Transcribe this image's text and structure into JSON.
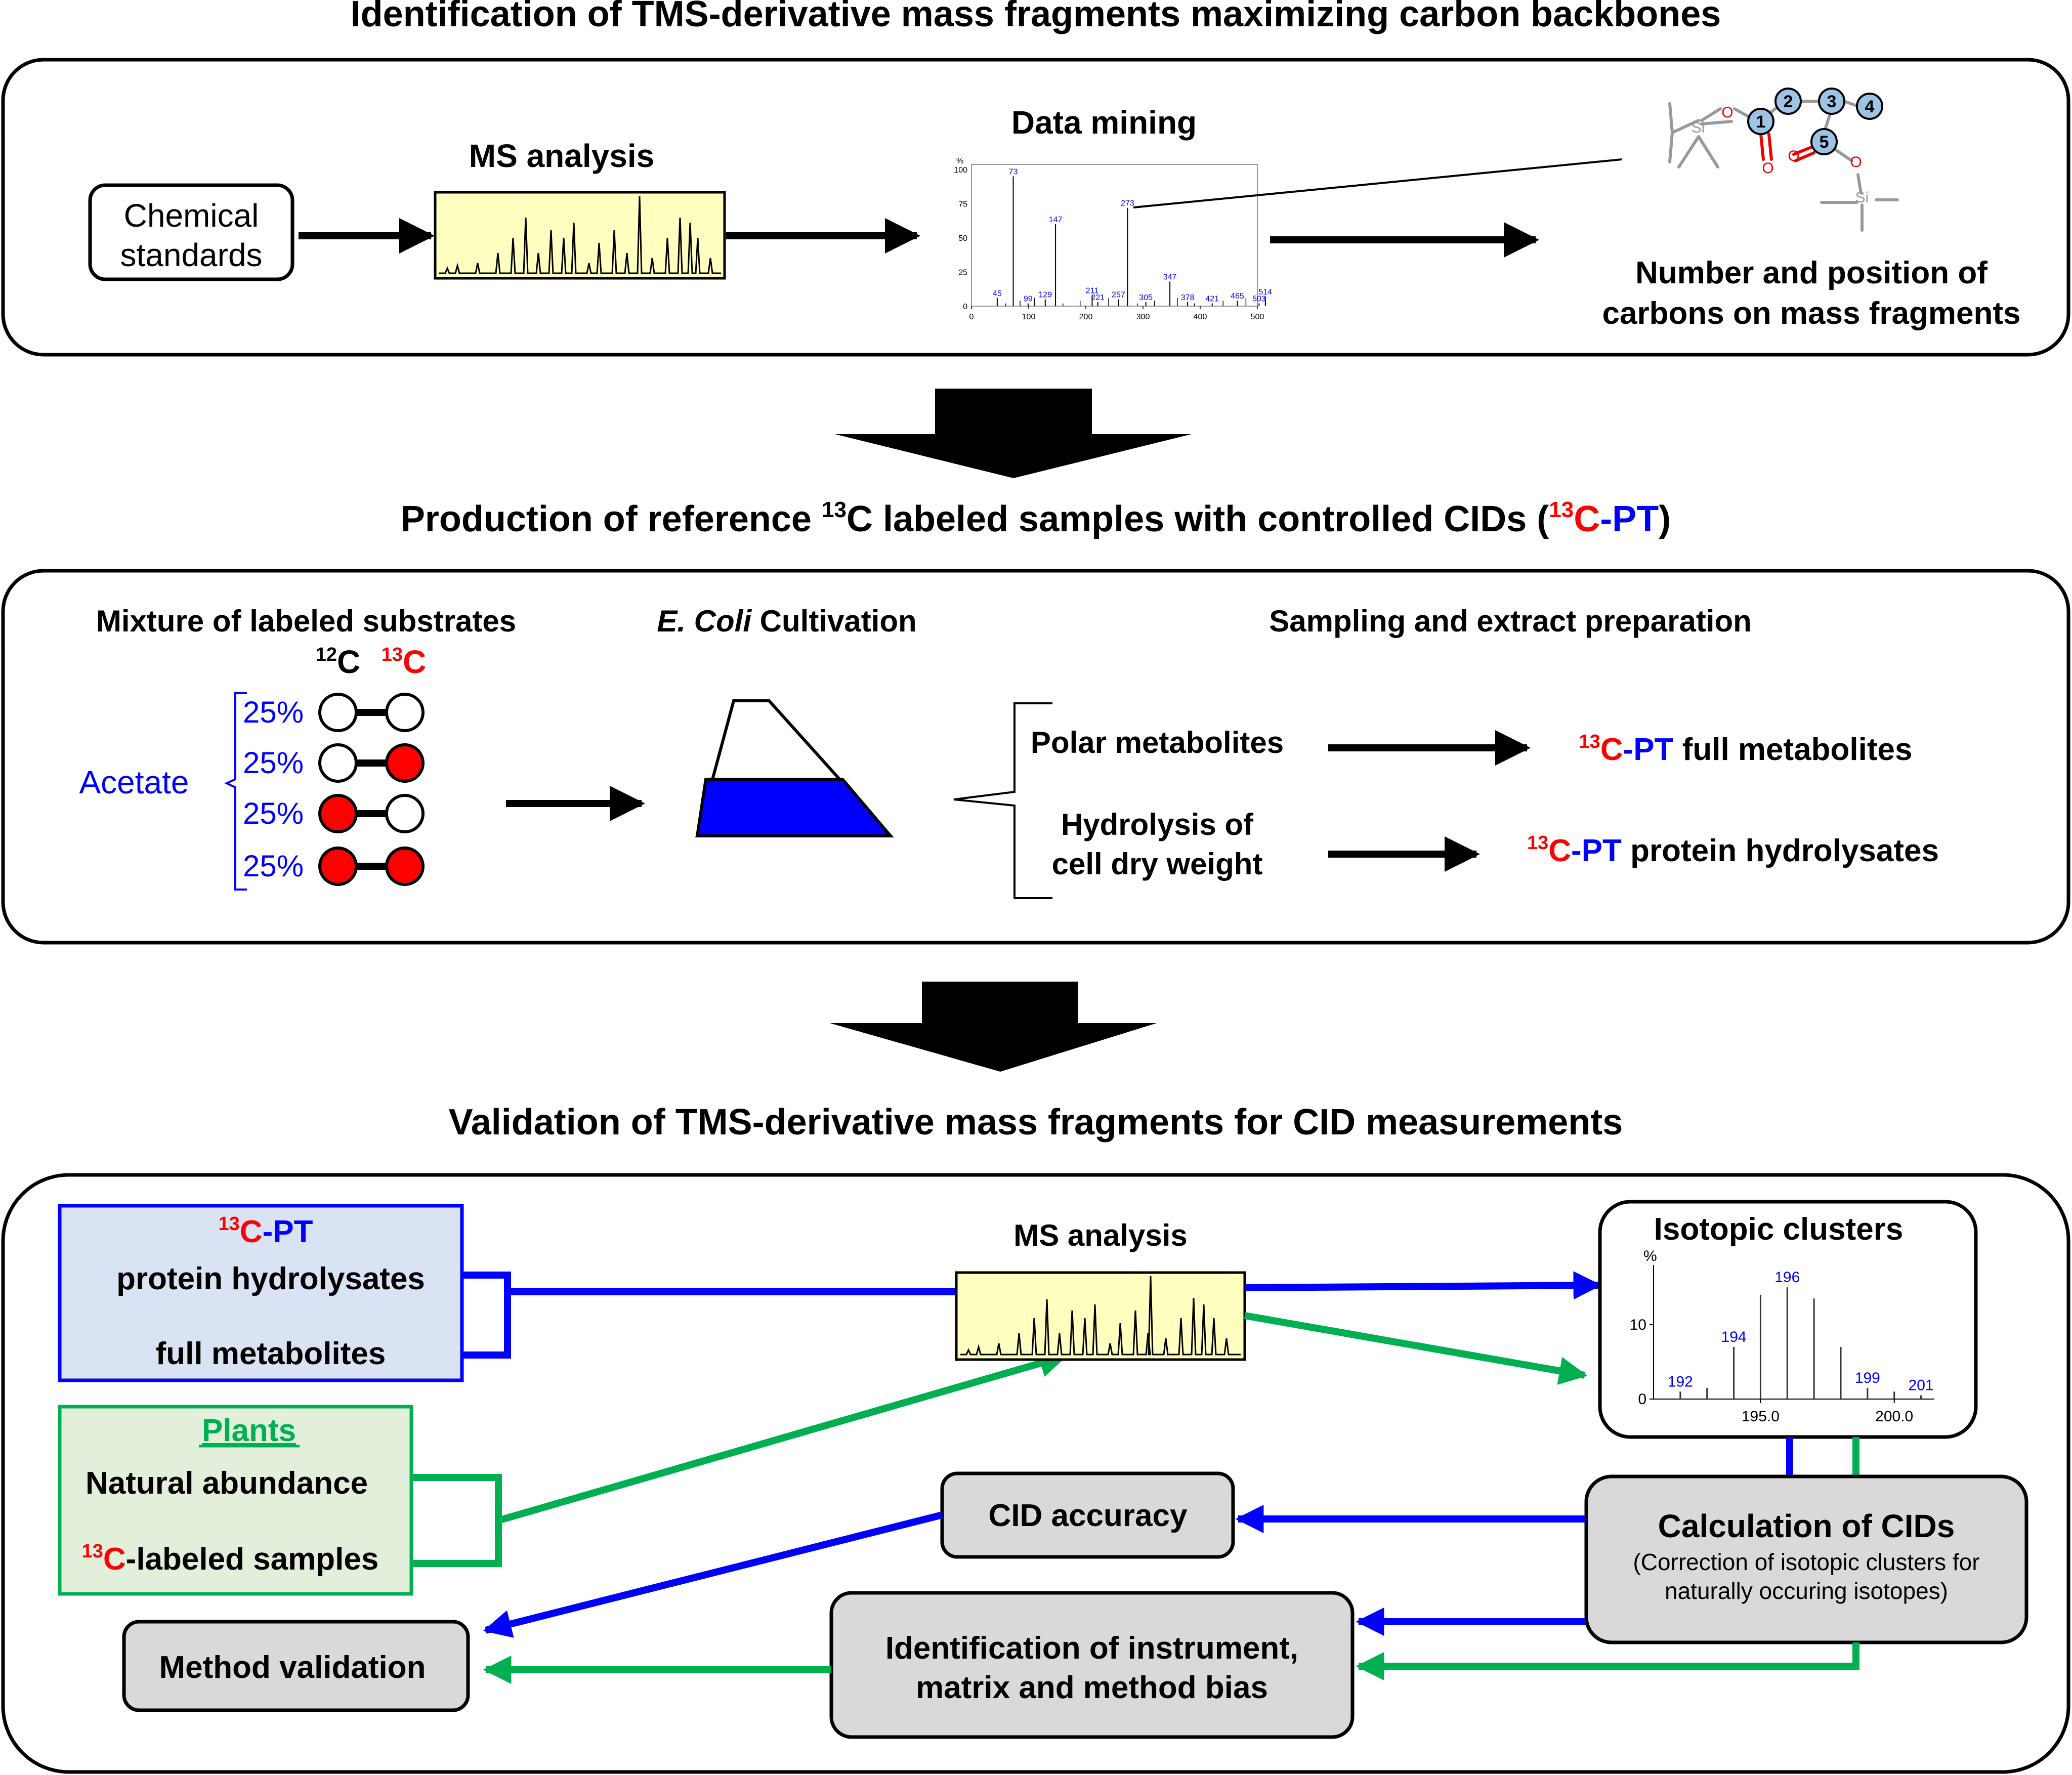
{
  "section1": {
    "title": "Identification of TMS-derivative mass fragments maximizing carbon backbones",
    "chemical_standards_line1": "Chemical",
    "chemical_standards_line2": "standards",
    "ms_analysis": "MS analysis",
    "data_mining": "Data mining",
    "result_line1": "Number and position of",
    "result_line2": "carbons on mass fragments",
    "molecule": {
      "si_label": "Si",
      "o_label": "O",
      "carbon_numbers": [
        "1",
        "2",
        "3",
        "4",
        "5"
      ]
    }
  },
  "spectrum1": {
    "y_unit": "%",
    "y_ticks": [
      "100",
      "75",
      "50",
      "25",
      "0"
    ],
    "x_ticks": [
      "0",
      "100",
      "200",
      "300",
      "400",
      "500"
    ],
    "peak_labels": [
      "45",
      "73",
      "99",
      "129",
      "147",
      "211",
      "221",
      "257",
      "273",
      "305",
      "347",
      "378",
      "421",
      "465",
      "514",
      "503"
    ]
  },
  "section2": {
    "title_prefix": "Production of reference ",
    "title_sup": "13",
    "title_mid": "C labeled samples with controlled CIDs (",
    "title_sup2": "13",
    "title_c": "C",
    "title_dash": "-",
    "title_pt": "PT",
    "title_end": ")",
    "mixture_label": "Mixture of labeled substrates",
    "c12_sup": "12",
    "c12": "C",
    "c13_sup": "13",
    "c13": "C",
    "acetate": "Acetate",
    "percents": [
      "25%",
      "25%",
      "25%",
      "25%"
    ],
    "cultivation_italic": "E. Coli",
    "cultivation_rest": " Cultivation",
    "sampling_label": "Sampling and extract preparation",
    "polar": "Polar metabolites",
    "hydrolysis_line1": "Hydrolysis of",
    "hydrolysis_line2": "cell dry weight",
    "out1_sup": "13",
    "out1_c": "C",
    "out1_dash": "-",
    "out1_pt": "PT",
    "out1_rest": " full metabolites",
    "out2_sup": "13",
    "out2_c": "C",
    "out2_dash": "-",
    "out2_pt": "PT",
    "out2_rest": " protein hydrolysates"
  },
  "section3": {
    "title": "Validation of TMS-derivative mass fragments for CID measurements",
    "pt_sup": "13",
    "pt_c": "C",
    "pt_dash": "-",
    "pt_pt": "PT",
    "protein_hydrolysates": "protein hydrolysates",
    "full_metabolites": "full metabolites",
    "plants": "Plants",
    "natural_abundance": "Natural abundance",
    "labeled_sup": "13",
    "labeled_c": "C",
    "labeled_rest": "-labeled samples",
    "ms_analysis": "MS analysis",
    "isotopic_clusters": "Isotopic clusters",
    "cid_accuracy": "CID accuracy",
    "calc_title": "Calculation of CIDs",
    "calc_line1": "(Correction of isotopic clusters for",
    "calc_line2": "naturally occuring isotopes)",
    "identification_line1": "Identification of instrument,",
    "identification_line2": "matrix and method bias",
    "method_validation": "Method validation"
  },
  "spectrum2": {
    "y_unit": "%",
    "y_ticks": [
      "10",
      "0"
    ],
    "x_ticks": [
      "195.0",
      "200.0"
    ],
    "peak_labels": [
      "192",
      "194",
      "196",
      "199",
      "201"
    ]
  },
  "colors": {
    "black": "#000000",
    "blue": "#0000ff",
    "red": "#ff0000",
    "green": "#00b050",
    "box_blue": "#dae3f3",
    "box_green": "#e2efda",
    "box_grey": "#d9d9d9",
    "ms_yellow": "#ffffc0"
  }
}
